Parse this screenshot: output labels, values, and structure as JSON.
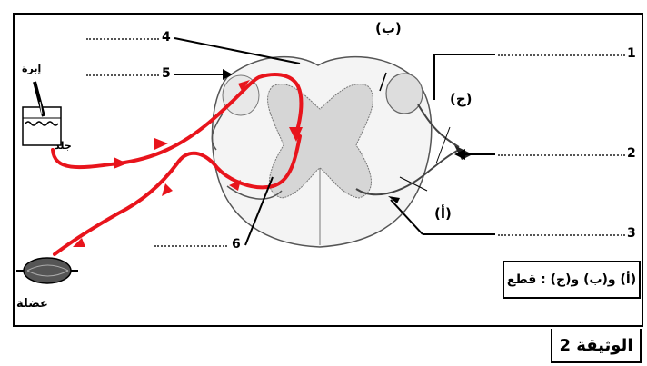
{
  "labels": {
    "n1": "1",
    "n2": "2",
    "n3": "3",
    "n4": "4",
    "n5": "5",
    "n6": "6",
    "a": "(أ)",
    "b": "(ب)",
    "j": "(ج)",
    "needle": "إبرة",
    "skin": "جلد",
    "muscle": "عضلة"
  },
  "legend": "(أ) و(ب) و(ج) : قطع",
  "document_title": "الوثيقة 2",
  "colors": {
    "nerve_pathway": "#e8141c",
    "outline": "#333333",
    "gray_matter": "#c8c8c8"
  }
}
